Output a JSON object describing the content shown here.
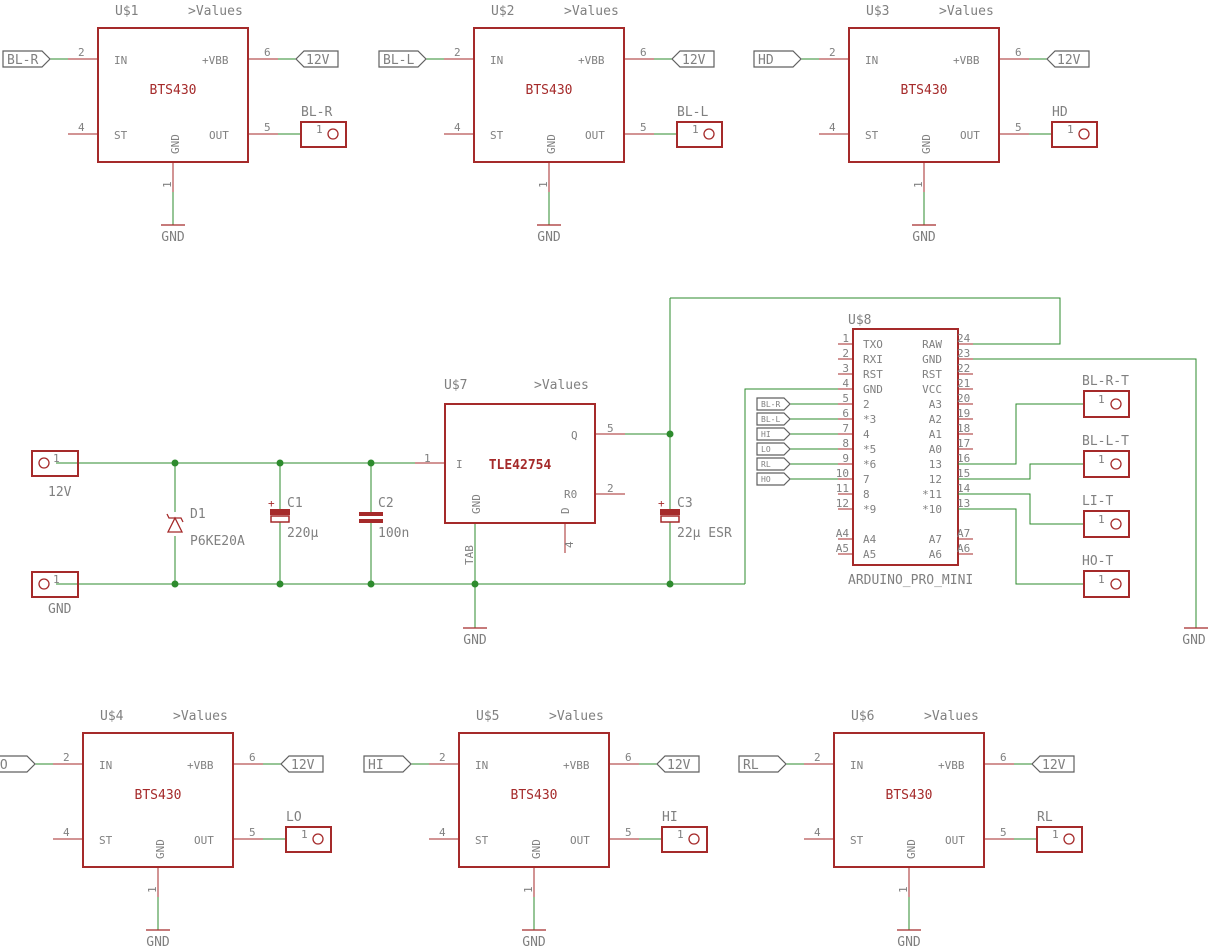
{
  "values_text": ">Values",
  "gnd_text": "GND",
  "bts430": {
    "part": "BTS430",
    "pin_in": "IN",
    "pin_vbb": "+VBB",
    "pin_st": "ST",
    "pin_gnd": "GND",
    "pin_out": "OUT",
    "num_in": "2",
    "num_vbb": "6",
    "num_st": "4",
    "num_out": "5",
    "num_gnd": "1",
    "supply_label": "12V",
    "connector_pin": "1"
  },
  "drivers": [
    {
      "name": "U$1",
      "input": "BL-R",
      "output": "BL-R"
    },
    {
      "name": "U$2",
      "input": "BL-L",
      "output": "BL-L"
    },
    {
      "name": "U$3",
      "input": "HD",
      "output": "HD"
    },
    {
      "name": "U$4",
      "input": "LO",
      "output": "LO"
    },
    {
      "name": "U$5",
      "input": "HI",
      "output": "HI"
    },
    {
      "name": "U$6",
      "input": "RL",
      "output": "RL"
    }
  ],
  "regulator": {
    "name": "U$7",
    "part": "TLE42754",
    "pin_i": "I",
    "pin_q": "Q",
    "pin_gnd": "GND",
    "pin_r0": "R0",
    "pin_d": "D",
    "pin_tab": "TAB",
    "num_i": "1",
    "num_q": "5",
    "num_r0": "2",
    "num_d": "4"
  },
  "power_conn": {
    "pin": "1",
    "label_top": "12V",
    "label_bottom": "GND"
  },
  "d1": {
    "name": "D1",
    "value": "P6KE20A"
  },
  "c1": {
    "name": "C1",
    "value": "220µ"
  },
  "c2": {
    "name": "C2",
    "value": "100n"
  },
  "c3": {
    "name": "C3",
    "value": "22µ ESR"
  },
  "arduino": {
    "name": "U$8",
    "part": "ARDUINO_PRO_MINI",
    "left_pins": [
      {
        "num": "1",
        "label": "TXO"
      },
      {
        "num": "2",
        "label": "RXI"
      },
      {
        "num": "3",
        "label": "RST"
      },
      {
        "num": "4",
        "label": "GND"
      },
      {
        "num": "5",
        "label": "2"
      },
      {
        "num": "6",
        "label": "*3"
      },
      {
        "num": "7",
        "label": "4"
      },
      {
        "num": "8",
        "label": "*5"
      },
      {
        "num": "9",
        "label": "*6"
      },
      {
        "num": "10",
        "label": "7"
      },
      {
        "num": "11",
        "label": "8"
      },
      {
        "num": "12",
        "label": "*9"
      },
      {
        "num": "A4",
        "label": "A4"
      },
      {
        "num": "A5",
        "label": "A5"
      }
    ],
    "right_pins": [
      {
        "num": "24",
        "label": "RAW"
      },
      {
        "num": "23",
        "label": "GND"
      },
      {
        "num": "22",
        "label": "RST"
      },
      {
        "num": "21",
        "label": "VCC"
      },
      {
        "num": "20",
        "label": "A3"
      },
      {
        "num": "19",
        "label": "A2"
      },
      {
        "num": "18",
        "label": "A1"
      },
      {
        "num": "17",
        "label": "A0"
      },
      {
        "num": "16",
        "label": "13"
      },
      {
        "num": "15",
        "label": "12"
      },
      {
        "num": "14",
        "label": "*11"
      },
      {
        "num": "13",
        "label": "*10"
      },
      {
        "num": "A7",
        "label": "A7"
      },
      {
        "num": "A6",
        "label": "A6"
      }
    ],
    "net_labels": [
      "BL-R",
      "BL-L",
      "HI",
      "LO",
      "RL",
      "HO"
    ]
  },
  "test_points": [
    {
      "name": "BL-R-T",
      "pin": "1"
    },
    {
      "name": "BL-L-T",
      "pin": "1"
    },
    {
      "name": "LI-T",
      "pin": "1"
    },
    {
      "name": "HO-T",
      "pin": "1"
    }
  ]
}
